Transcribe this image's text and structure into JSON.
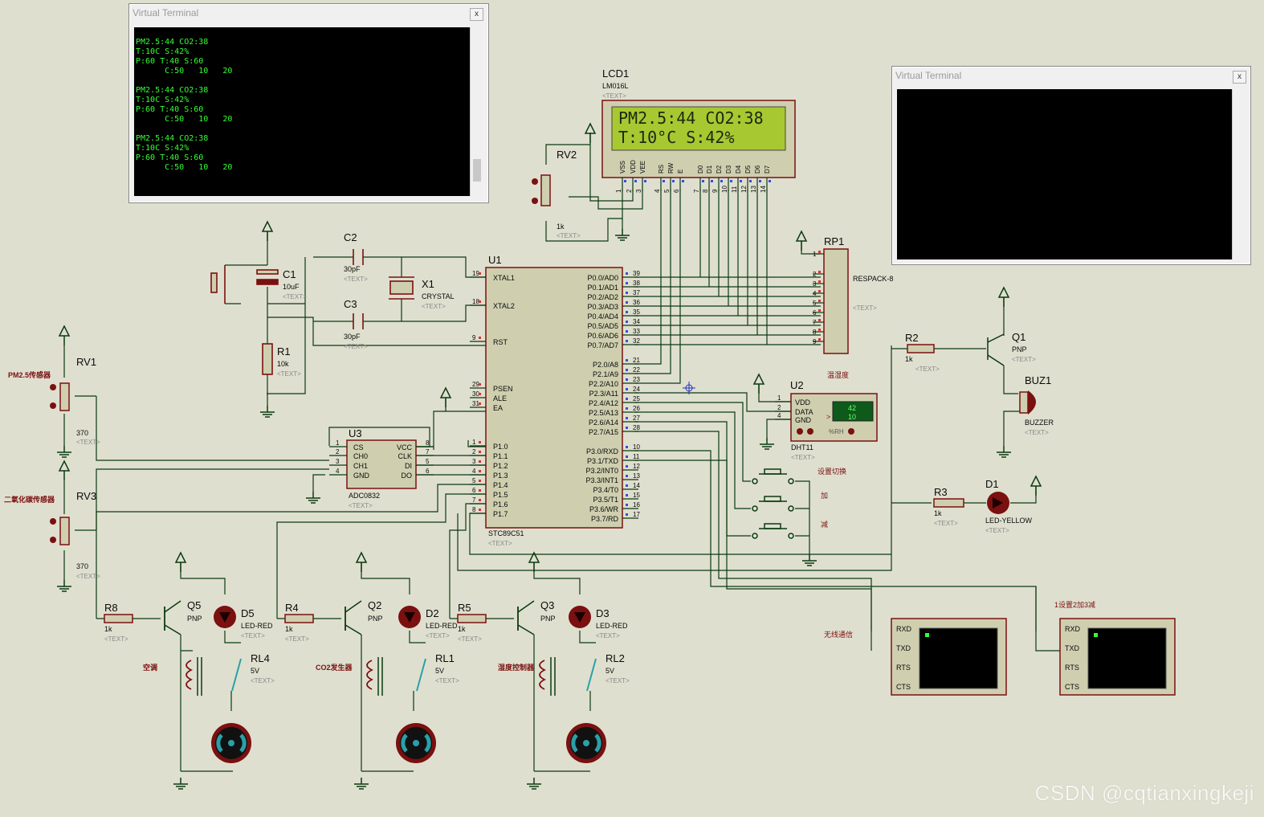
{
  "terminal1": {
    "title": "Virtual Terminal",
    "close": "x",
    "lines": [
      "PM2.5:44 CO2:38",
      "T:10C S:42%",
      "P:60 T:40 S:60",
      "      C:50   10   20",
      "",
      "PM2.5:44 CO2:38",
      "T:10C S:42%",
      "P:60 T:40 S:60",
      "      C:50   10   20",
      "",
      "PM2.5:44 CO2:38",
      "T:10C S:42%",
      "P:60 T:40 S:60",
      "      C:50   10   20"
    ]
  },
  "terminal2": {
    "title": "Virtual Terminal",
    "close": "x"
  },
  "lcd": {
    "ref": "LCD1",
    "model": "LM016L",
    "text_tag": "<TEXT>",
    "line1": "PM2.5:44 CO2:38",
    "line2": "T:10°C S:42%",
    "pins": [
      "VSS",
      "VDD",
      "VEE",
      "RS",
      "RW",
      "E",
      "D0",
      "D1",
      "D2",
      "D3",
      "D4",
      "D5",
      "D6",
      "D7"
    ],
    "pin_numbers": [
      "1",
      "2",
      "3",
      "4",
      "5",
      "6",
      "7",
      "8",
      "9",
      "10",
      "11",
      "12",
      "13",
      "14"
    ]
  },
  "mcu": {
    "ref": "U1",
    "model": "STC89C51",
    "text_tag": "<TEXT>",
    "left_pins": [
      {
        "name": "XTAL1",
        "num": "19"
      },
      {
        "name": "XTAL2",
        "num": "18"
      },
      {
        "name": "RST",
        "num": "9"
      },
      {
        "name": "PSEN",
        "num": "29"
      },
      {
        "name": "ALE",
        "num": "30"
      },
      {
        "name": "EA",
        "num": "31"
      },
      {
        "name": "P1.0",
        "num": "1"
      },
      {
        "name": "P1.1",
        "num": "2"
      },
      {
        "name": "P1.2",
        "num": "3"
      },
      {
        "name": "P1.3",
        "num": "4"
      },
      {
        "name": "P1.4",
        "num": "5"
      },
      {
        "name": "P1.5",
        "num": "6"
      },
      {
        "name": "P1.6",
        "num": "7"
      },
      {
        "name": "P1.7",
        "num": "8"
      }
    ],
    "right_pins": [
      {
        "name": "P0.0/AD0",
        "num": "39"
      },
      {
        "name": "P0.1/AD1",
        "num": "38"
      },
      {
        "name": "P0.2/AD2",
        "num": "37"
      },
      {
        "name": "P0.3/AD3",
        "num": "36"
      },
      {
        "name": "P0.4/AD4",
        "num": "35"
      },
      {
        "name": "P0.5/AD5",
        "num": "34"
      },
      {
        "name": "P0.6/AD6",
        "num": "33"
      },
      {
        "name": "P0.7/AD7",
        "num": "32"
      },
      {
        "name": "P2.0/A8",
        "num": "21"
      },
      {
        "name": "P2.1/A9",
        "num": "22"
      },
      {
        "name": "P2.2/A10",
        "num": "23"
      },
      {
        "name": "P2.3/A11",
        "num": "24"
      },
      {
        "name": "P2.4/A12",
        "num": "25"
      },
      {
        "name": "P2.5/A13",
        "num": "26"
      },
      {
        "name": "P2.6/A14",
        "num": "27"
      },
      {
        "name": "P2.7/A15",
        "num": "28"
      },
      {
        "name": "P3.0/RXD",
        "num": "10"
      },
      {
        "name": "P3.1/TXD",
        "num": "11"
      },
      {
        "name": "P3.2/INT0",
        "num": "12"
      },
      {
        "name": "P3.3/INT1",
        "num": "13"
      },
      {
        "name": "P3.4/T0",
        "num": "14"
      },
      {
        "name": "P3.5/T1",
        "num": "15"
      },
      {
        "name": "P3.6/WR",
        "num": "16"
      },
      {
        "name": "P3.7/RD",
        "num": "17"
      }
    ]
  },
  "adc": {
    "ref": "U3",
    "model": "ADC0832",
    "text_tag": "<TEXT>",
    "left_pins": [
      {
        "name": "CS",
        "num": "1"
      },
      {
        "name": "CH0",
        "num": "2"
      },
      {
        "name": "CH1",
        "num": "3"
      },
      {
        "name": "GND",
        "num": "4"
      }
    ],
    "right_pins": [
      {
        "name": "VCC",
        "num": "8"
      },
      {
        "name": "CLK",
        "num": "7"
      },
      {
        "name": "DI",
        "num": "5"
      },
      {
        "name": "DO",
        "num": "6"
      }
    ]
  },
  "dht": {
    "ref": "U2",
    "model": "DHT11",
    "label_cn": "温湿度",
    "text_tag": "<TEXT>",
    "pins": [
      {
        "name": "VDD",
        "num": "1"
      },
      {
        "name": "DATA",
        "num": "2"
      },
      {
        "name": "GND",
        "num": "4"
      }
    ],
    "val1": "42",
    "val2": "10",
    "unit": "%RH",
    "arrow": ">"
  },
  "rp1": {
    "ref": "RP1",
    "model": "RESPACK-8",
    "text_tag": "<TEXT>",
    "pins": [
      "1",
      "2",
      "3",
      "4",
      "5",
      "6",
      "7",
      "8",
      "9"
    ]
  },
  "c1": {
    "ref": "C1",
    "value": "10uF",
    "text_tag": "<TEXT>"
  },
  "c2": {
    "ref": "C2",
    "value": "30pF",
    "text_tag": "<TEXT>"
  },
  "c3": {
    "ref": "C3",
    "value": "30pF",
    "text_tag": "<TEXT>"
  },
  "x1": {
    "ref": "X1",
    "value": "CRYSTAL",
    "text_tag": "<TEXT>"
  },
  "r1": {
    "ref": "R1",
    "value": "10k",
    "text_tag": "<TEXT>"
  },
  "rv1": {
    "ref": "RV1",
    "value": "370",
    "label_cn": "PM2.5传感器",
    "text_tag": "<TEXT>"
  },
  "rv2": {
    "ref": "RV2",
    "value": "1k",
    "text_tag": "<TEXT>"
  },
  "rv3": {
    "ref": "RV3",
    "value": "370",
    "label_cn": "二氧化碳传感器",
    "text_tag": "<TEXT>"
  },
  "r2": {
    "ref": "R2",
    "value": "1k",
    "text_tag": "<TEXT>"
  },
  "r3": {
    "ref": "R3",
    "value": "1k",
    "text_tag": "<TEXT>"
  },
  "q1": {
    "ref": "Q1",
    "type": "PNP",
    "text_tag": "<TEXT>"
  },
  "buz": {
    "ref": "BUZ1",
    "model": "BUZZER",
    "text_tag": "<TEXT>"
  },
  "d1": {
    "ref": "D1",
    "model": "LED-YELLOW",
    "text_tag": "<TEXT>"
  },
  "buttons": {
    "labels": [
      "设置切换",
      "加",
      "减"
    ]
  },
  "channels": [
    {
      "r": "R8",
      "rv": "1k",
      "q": "Q5",
      "qt": "PNP",
      "d": "D5",
      "dm": "LED-RED",
      "rl": "RL4",
      "rlv": "5V",
      "label": "空调",
      "text_tag": "<TEXT>"
    },
    {
      "r": "R4",
      "rv": "1k",
      "q": "Q2",
      "qt": "PNP",
      "d": "D2",
      "dm": "LED-RED",
      "rl": "RL1",
      "rlv": "5V",
      "label": "CO2发生器",
      "text_tag": "<TEXT>"
    },
    {
      "r": "R5",
      "rv": "1k",
      "q": "Q3",
      "qt": "PNP",
      "d": "D3",
      "dm": "LED-RED",
      "rl": "RL2",
      "rlv": "5V",
      "label": "湿度控制器",
      "text_tag": "<TEXT>"
    }
  ],
  "vt1": {
    "label": "无线通信",
    "pins": [
      "RXD",
      "TXD",
      "RTS",
      "CTS"
    ]
  },
  "vt2": {
    "label": "1设置2加3减",
    "pins": [
      "RXD",
      "TXD",
      "RTS",
      "CTS"
    ]
  },
  "watermark": "CSDN @cqtianxingkeji",
  "colors": {
    "background": "#dfdfcf",
    "wire": "#0a3a10",
    "component": "#7a1010",
    "body": "#cfcfb0",
    "lcd": "#a8c832",
    "terminal_text": "#35ff35"
  }
}
